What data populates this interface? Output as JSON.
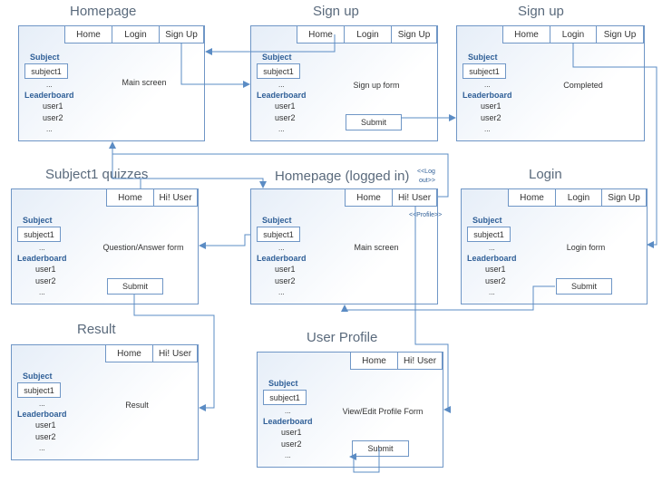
{
  "common": {
    "subject_label": "Subject",
    "subject_item": "subject1",
    "dots": "...",
    "leaderboard_label": "Leaderboard",
    "user1": "user1",
    "user2": "user2"
  },
  "screens": {
    "homepage": {
      "title": "Homepage",
      "nav": [
        "Home",
        "Login",
        "Sign Up"
      ],
      "content": "Main screen"
    },
    "signup": {
      "title": "Sign up",
      "nav": [
        "Home",
        "Login",
        "Sign Up"
      ],
      "content": "Sign up form",
      "button": "Submit"
    },
    "signup_done": {
      "title": "Sign up",
      "nav": [
        "Home",
        "Login",
        "Sign Up"
      ],
      "content": "Completed"
    },
    "quizzes": {
      "title": "Subject1 quizzes",
      "nav": [
        "Home",
        "Hi! User"
      ],
      "content": "Question/Answer form",
      "button": "Submit"
    },
    "home_logged": {
      "title": "Homepage (logged in)",
      "nav": [
        "Home",
        "Hi! User"
      ],
      "content": "Main screen"
    },
    "login": {
      "title": "Login",
      "nav": [
        "Home",
        "Login",
        "Sign Up"
      ],
      "content": "Login form",
      "button": "Submit"
    },
    "result": {
      "title": "Result",
      "nav": [
        "Home",
        "Hi! User"
      ],
      "content": "Result"
    },
    "profile": {
      "title": "User Profile",
      "nav": [
        "Home",
        "Hi! User"
      ],
      "content": "View/Edit Profile Form",
      "button": "Submit"
    }
  },
  "annotations": {
    "logout_1": "<<Log",
    "logout_2": "out>>",
    "profile": "<<Profile>>"
  }
}
